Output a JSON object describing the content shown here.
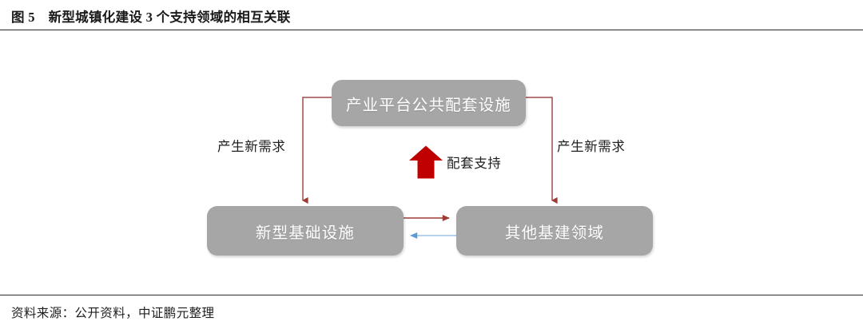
{
  "figure": {
    "number_label": "图 5",
    "title": "图 5　新型城镇化建设 3 个支持领域的相互关联",
    "source_note": "资料来源：公开资料，中证鹏元整理"
  },
  "diagram": {
    "type": "relationship-diagram",
    "nodes": [
      {
        "id": "platform",
        "label": "产业平台公共配套设施",
        "position": "top-center"
      },
      {
        "id": "new_infrastructure",
        "label": "新型基础设施",
        "position": "bottom-left"
      },
      {
        "id": "other_infrastructure",
        "label": "其他基建领域",
        "position": "bottom-right"
      }
    ],
    "edges": [
      {
        "id": "platform-to-newinfra",
        "from": "platform",
        "to": "new_infrastructure",
        "label": "产生新需求",
        "color": "#9e4a4a",
        "style": "elbow-down-left"
      },
      {
        "id": "platform-to-other",
        "from": "platform",
        "to": "other_infrastructure",
        "label": "产生新需求",
        "color": "#9e4a4a",
        "style": "elbow-down-right"
      },
      {
        "id": "newinfra-to-other",
        "from": "new_infrastructure",
        "to": "other_infrastructure",
        "label": "",
        "color": "#9e3a34",
        "style": "straight-right"
      },
      {
        "id": "other-to-newinfra",
        "from": "other_infrastructure",
        "to": "new_infrastructure",
        "label": "",
        "color": "#9dc3e6",
        "style": "straight-left"
      },
      {
        "id": "support-up",
        "from": "infrastructure-group",
        "to": "platform",
        "label": "配套支持",
        "color": "#c00000",
        "style": "block-arrow-up"
      }
    ],
    "colors": {
      "node_fill": "#a6a6a6",
      "node_text": "#ffffff",
      "connector_red": "#9e4a4a",
      "connector_blue": "#9dc3e6",
      "block_arrow_red": "#c00000",
      "rule": "#262626"
    }
  }
}
